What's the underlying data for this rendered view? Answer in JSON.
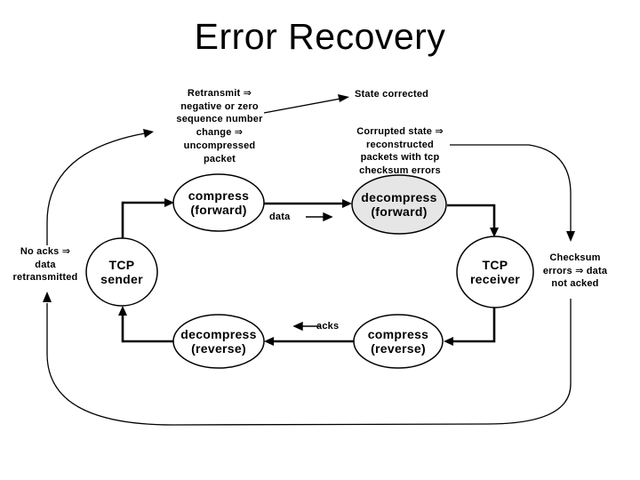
{
  "slide": {
    "title": "Error Recovery"
  },
  "colors": {
    "background": "#ffffff",
    "line": "#000000",
    "node_fill": "#ffffff",
    "shaded_node_fill": "#e6e6e6"
  },
  "nodes": {
    "compress_forward": {
      "label": "compress\n(forward)"
    },
    "decompress_forward": {
      "label": "decompress\n(forward)",
      "shaded": true
    },
    "tcp_sender": {
      "label": "TCP\nsender"
    },
    "tcp_receiver": {
      "label": "TCP\nreceiver"
    },
    "decompress_reverse": {
      "label": "decompress\n(reverse)"
    },
    "compress_reverse": {
      "label": "compress\n(reverse)"
    }
  },
  "annotations": {
    "retransmit": "Retransmit ⇒\nnegative or zero\nsequence number\nchange ⇒\nuncompressed\npacket",
    "state_corrected": "State corrected",
    "corrupted_state": "Corrupted state ⇒\nreconstructed\npackets with tcp\nchecksum errors",
    "no_acks": "No acks ⇒\ndata\nretransmitted",
    "checksum_errors": "Checksum\nerrors ⇒ data\nnot acked",
    "data_flow": "data",
    "acks_flow": "acks"
  },
  "edges": [
    {
      "from": "tcp_sender",
      "to": "compress_forward"
    },
    {
      "from": "compress_forward",
      "to": "decompress_forward",
      "label": "data"
    },
    {
      "from": "decompress_forward",
      "to": "tcp_receiver"
    },
    {
      "from": "tcp_receiver",
      "to": "compress_reverse"
    },
    {
      "from": "compress_reverse",
      "to": "decompress_reverse",
      "label": "acks"
    },
    {
      "from": "decompress_reverse",
      "to": "tcp_sender"
    },
    {
      "from": "corrupted_state",
      "to": "no_acks",
      "via": "outer loop down right side, across bottom, up left side"
    },
    {
      "from": "no_acks",
      "to": "retransmit"
    },
    {
      "from": "retransmit",
      "to": "state_corrected"
    }
  ]
}
